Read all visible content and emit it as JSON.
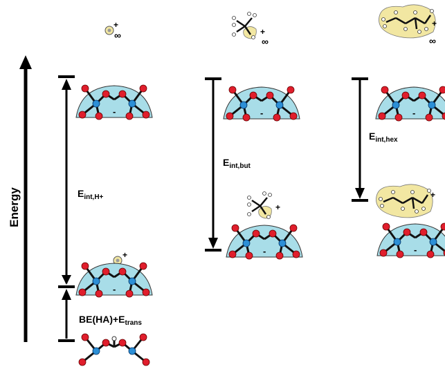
{
  "axis": {
    "label": "Energy"
  },
  "labels": {
    "e_int_h": {
      "main": "E",
      "sub": "int,H+"
    },
    "be_ha": {
      "main": "BE(HA)+E",
      "sub": "trans"
    },
    "e_int_but": {
      "main": "E",
      "sub": "int,but"
    },
    "e_int_hex": {
      "main": "E",
      "sub": "int,hex"
    }
  },
  "cation_marks": {
    "plus": "+",
    "infinity": "∞"
  },
  "anion_mark": "-",
  "colors": {
    "cavity": "#a8dde8",
    "cation_cloud": "#f2e7a2",
    "oxygen": "#e01e2c",
    "metal": "#2c8fd6",
    "bond": "#111111"
  }
}
